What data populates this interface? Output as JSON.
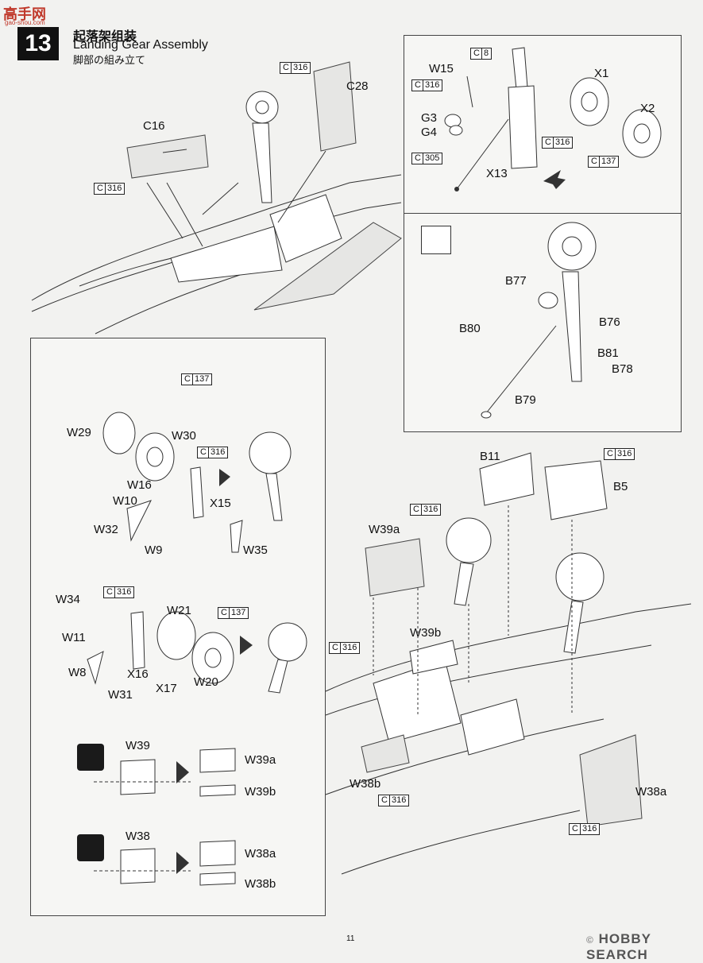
{
  "site": {
    "logo": "高手网",
    "sub": "gao-shou.com"
  },
  "step": {
    "number": "13",
    "title_zh": "起落架组装",
    "title_en": "Landing Gear Assembly",
    "title_jp": "脚部の組み立て"
  },
  "parts": {
    "C16": "C16",
    "C28": "C28",
    "W15": "W15",
    "G3": "G3",
    "G4": "G4",
    "X1": "X1",
    "X2": "X2",
    "X13": "X13",
    "B77": "B77",
    "B76": "B76",
    "B80": "B80",
    "B81": "B81",
    "B78": "B78",
    "B79": "B79",
    "W29": "W29",
    "W30": "W30",
    "W16": "W16",
    "W10": "W10",
    "X15": "X15",
    "W32": "W32",
    "W9": "W9",
    "W35": "W35",
    "W34": "W34",
    "W21": "W21",
    "W11": "W11",
    "W8": "W8",
    "X16": "X16",
    "W31": "W31",
    "X17": "X17",
    "W20": "W20",
    "W39": "W39",
    "W39a": "W39a",
    "W39b": "W39b",
    "W38": "W38",
    "W38a": "W38a",
    "W38b": "W38b",
    "B11": "B11",
    "B5": "B5"
  },
  "color_refs": {
    "c": "C",
    "c316": "316",
    "c8": "8",
    "c137": "137",
    "c305": "305"
  },
  "footer": {
    "page": "11",
    "watermark": "HOBBY SEARCH",
    "watermark_mark": "©"
  }
}
